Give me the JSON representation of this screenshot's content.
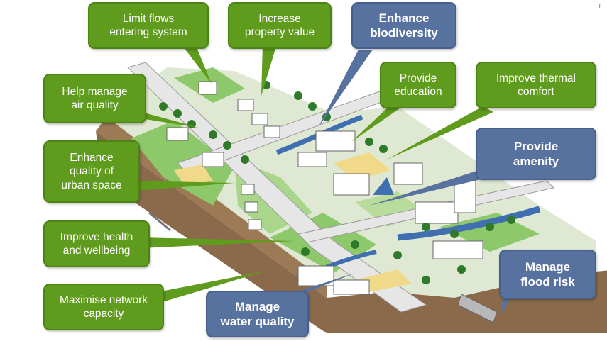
{
  "benefits": {
    "limit_flows": "Limit flows\nentering system",
    "property_value": "Increase\nproperty value",
    "biodiversity": "Enhance\nbiodiversity",
    "air_quality": "Help manage\nair quality",
    "education": "Provide\neducation",
    "thermal_comfort": "Improve thermal\ncomfort",
    "urban_space": "Enhance\nquality of\nurban space",
    "amenity": "Provide\namenity",
    "health": "Improve health\nand wellbeing",
    "flood_risk": "Manage\nflood risk",
    "network_capacity": "Maximise network\ncapacity",
    "water_quality": "Manage\nwater quality"
  },
  "corner_mark": "r",
  "colors": {
    "green_callout": "#5f9b1c",
    "blue_callout": "#5872a0",
    "ground": "#8a6a4a",
    "grass": "#8dc86a",
    "water": "#3f6fb0",
    "road": "#e6e6e6"
  }
}
